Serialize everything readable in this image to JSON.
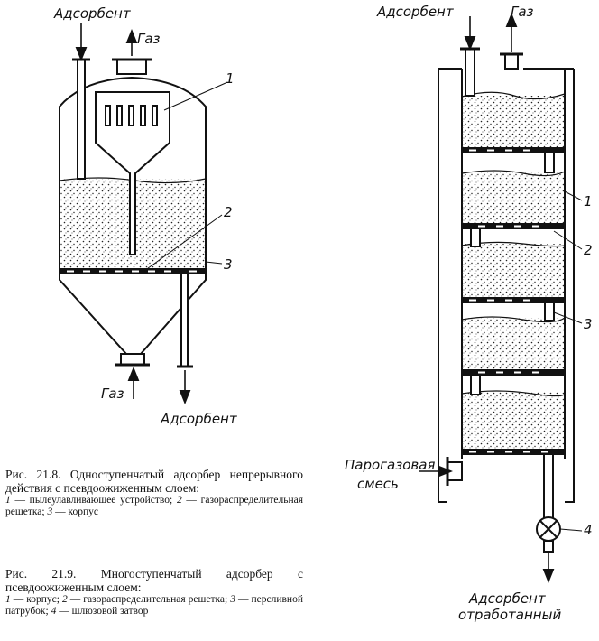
{
  "fig1": {
    "labels": {
      "adsorbent_in": "Адсорбент",
      "gas_out": "Газ",
      "gas_in": "Газ",
      "adsorbent_out": "Адсорбент"
    },
    "callouts": [
      "1",
      "2",
      "3"
    ]
  },
  "fig2": {
    "labels": {
      "adsorbent_in": "Адсорбент",
      "gas_out": "Газ",
      "feed_line1": "Парогазовая",
      "feed_line2": "смесь",
      "out_line1": "Адсорбент",
      "out_line2": "отработанный"
    },
    "callouts": [
      "1",
      "2",
      "3",
      "4"
    ]
  },
  "caption1": {
    "title": "Рис. 21.8. Одноступенчатый адсорбер непрерывного действия с псевдоожиженным слоем:",
    "items": [
      {
        "n": "1",
        "text": " — пылеулавливающее устройство; "
      },
      {
        "n": "2",
        "text": " — газораспределительная решетка; "
      },
      {
        "n": "3",
        "text": " — корпус"
      }
    ]
  },
  "caption2": {
    "title": "Рис. 21.9. Многоступенчатый адсорбер с псевдоожиженным слоем:",
    "items": [
      {
        "n": "1",
        "text": " — корпус; "
      },
      {
        "n": "2",
        "text": " — газораспределительная решетка; "
      },
      {
        "n": "3",
        "text": " — персливной патрубок; "
      },
      {
        "n": "4",
        "text": " — шлюзовой затвор"
      }
    ]
  }
}
